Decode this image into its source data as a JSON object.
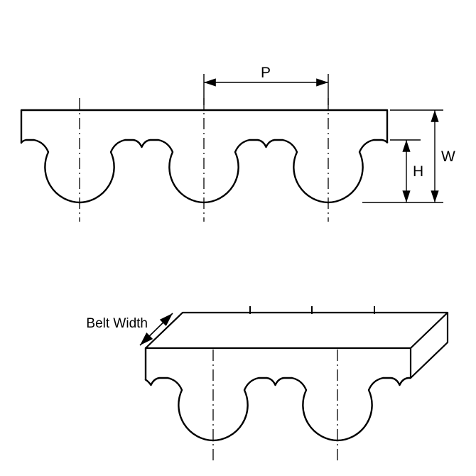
{
  "diagram": {
    "labels": {
      "pitch": "P",
      "overall_height": "W",
      "tooth_height": "H",
      "belt_width": "Belt Width"
    },
    "colors": {
      "ink": "#000000",
      "belt_top_surface": "#000000",
      "background": "#ffffff"
    }
  }
}
